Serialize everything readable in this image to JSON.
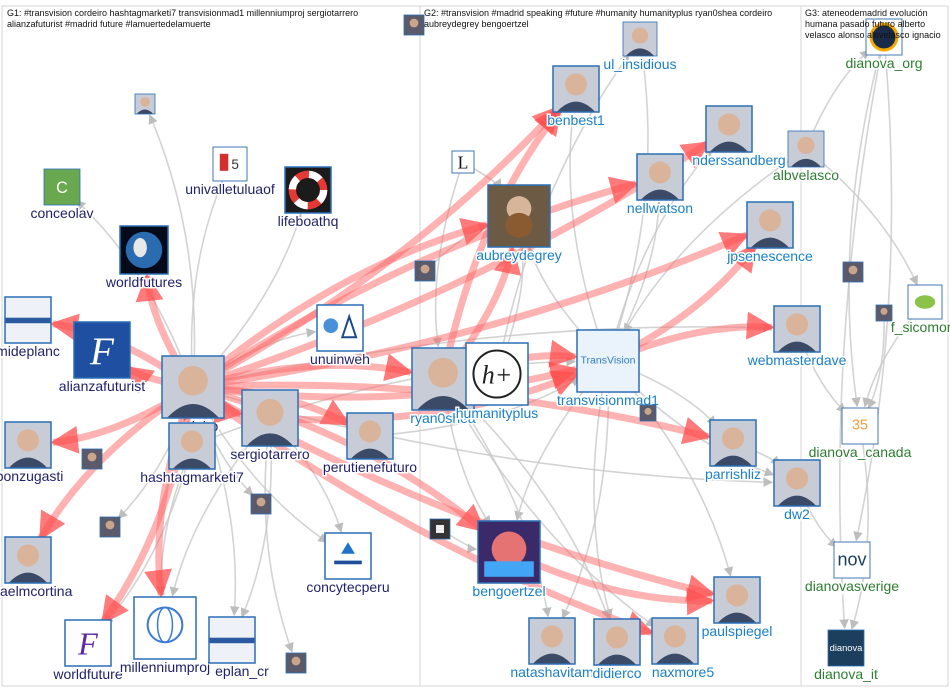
{
  "groups": [
    {
      "id": "G1",
      "header": "G1: #transvision cordeiro hashtagmarketi7 transvisionmad1 millenniumproj sergiotarrero alianzafuturist #madrid future #lamuertedelamuerte",
      "label_color": "#1f1f6b"
    },
    {
      "id": "G2",
      "header": "G2: #transvision #madrid speaking #future #humanity humanityplus ryan0shea cordeiro aubreydegrey bengoertzel",
      "label_color": "#1a7fc8"
    },
    {
      "id": "G3",
      "header": "G3: ateneodemadrid evolución humana pasado futuro alberto velasco alonso albvelasco ignacio",
      "label_color": "#2e7d32"
    }
  ],
  "nodes": [
    {
      "id": "conceolav",
      "label": "conceolav",
      "group": "G1",
      "icon": "letter-c-avatar",
      "color": "#6aa84f"
    },
    {
      "id": "unnamed_g1_a",
      "label": "",
      "group": "G1",
      "icon": "person-photo-avatar"
    },
    {
      "id": "univalletuluaof",
      "label": "univalletuluaof",
      "group": "G1",
      "icon": "university-logo-avatar"
    },
    {
      "id": "lifeboathq",
      "label": "lifeboathq",
      "group": "G1",
      "icon": "lifebuoy-avatar"
    },
    {
      "id": "worldfutures",
      "label": "worldfutures",
      "group": "G1",
      "icon": "earth-avatar"
    },
    {
      "id": "mideplanc",
      "label": "mideplanc",
      "group": "G1",
      "icon": "mideplan-logo-avatar"
    },
    {
      "id": "alianzafuturist",
      "label": "alianzafuturist",
      "group": "G1",
      "icon": "f-logo-avatar"
    },
    {
      "id": "unuinweh",
      "label": "unuinweh",
      "group": "G1",
      "icon": "un-logo-avatar"
    },
    {
      "id": "cordeiro",
      "label": "cordeiro",
      "group": "G1",
      "icon": "person-photo-avatar"
    },
    {
      "id": "hashtagmarketi7",
      "label": "hashtagmarketi7",
      "group": "G1",
      "icon": "person-photo-avatar"
    },
    {
      "id": "sergiotarrero",
      "label": "sergiotarrero",
      "group": "G1",
      "icon": "person-photo-avatar"
    },
    {
      "id": "perutienefuturo",
      "label": "perutienefuturo",
      "group": "G1",
      "icon": "person-photo-avatar"
    },
    {
      "id": "ibonzugasti",
      "label": "ibonzugasti",
      "group": "G1",
      "icon": "person-photo-avatar"
    },
    {
      "id": "unnamed_g1_b",
      "label": "",
      "group": "G1",
      "icon": "small-photo-avatar"
    },
    {
      "id": "unnamed_g1_c",
      "label": "",
      "group": "G1",
      "icon": "small-photo-avatar"
    },
    {
      "id": "unnamed_g1_d",
      "label": "",
      "group": "G1",
      "icon": "small-photo-avatar"
    },
    {
      "id": "rafaelmcortina",
      "label": "rafaelmcortina",
      "group": "G1",
      "icon": "person-photo-avatar"
    },
    {
      "id": "concytecperu",
      "label": "concytecperu",
      "group": "G1",
      "icon": "concytec-logo-avatar"
    },
    {
      "id": "worldfuture",
      "label": "worldfuture",
      "group": "G1",
      "icon": "f-logo-avatar"
    },
    {
      "id": "millenniumproj",
      "label": "millenniumproj",
      "group": "G1",
      "icon": "globe-logo-avatar"
    },
    {
      "id": "eplan_cr",
      "label": "eplan_cr",
      "group": "G1",
      "icon": "mideplan-logo-avatar"
    },
    {
      "id": "unnamed_g1_e",
      "label": "",
      "group": "G1",
      "icon": "small-photo-avatar"
    },
    {
      "id": "unnamed_g1_f",
      "label": "",
      "group": "G1",
      "icon": "small-photo-avatar"
    },
    {
      "id": "ul_insidious",
      "label": "ul_insidious",
      "group": "G2",
      "icon": "person-photo-avatar"
    },
    {
      "id": "benbest1",
      "label": "benbest1",
      "group": "G2",
      "icon": "person-photo-avatar"
    },
    {
      "id": "nderssandberg",
      "label": "nderssandberg",
      "group": "G2",
      "icon": "person-photo-avatar"
    },
    {
      "id": "l_account",
      "label": "",
      "group": "G2",
      "icon": "letter-l-avatar"
    },
    {
      "id": "nellwatson",
      "label": "nellwatson",
      "group": "G2",
      "icon": "person-photo-avatar"
    },
    {
      "id": "aubreydegrey",
      "label": "aubreydegrey",
      "group": "G2",
      "icon": "bearded-person-avatar"
    },
    {
      "id": "jpsenescence",
      "label": "jpsenescence",
      "group": "G2",
      "icon": "person-photo-avatar"
    },
    {
      "id": "unnamed_g2_a",
      "label": "",
      "group": "G2",
      "icon": "small-photo-avatar"
    },
    {
      "id": "webmasterdave",
      "label": "webmasterdave",
      "group": "G2",
      "icon": "person-photo-avatar"
    },
    {
      "id": "ryan0shea",
      "label": "ryan0shea",
      "group": "G2",
      "icon": "person-photo-avatar"
    },
    {
      "id": "humanityplus",
      "label": "humanityplus",
      "group": "G2",
      "icon": "h-plus-logo-avatar"
    },
    {
      "id": "transvisionmad1",
      "label": "transvisionmad1",
      "group": "G2",
      "icon": "transvision-logo-avatar"
    },
    {
      "id": "parrishliz",
      "label": "parrishliz",
      "group": "G2",
      "icon": "person-photo-avatar"
    },
    {
      "id": "dw2",
      "label": "dw2",
      "group": "G2",
      "icon": "person-photo-avatar"
    },
    {
      "id": "unnamed_g2_b",
      "label": "",
      "group": "G2",
      "icon": "fist-avatar"
    },
    {
      "id": "bengoertzel",
      "label": "bengoertzel",
      "group": "G2",
      "icon": "colorful-portrait-avatar"
    },
    {
      "id": "paulspiegel",
      "label": "paulspiegel",
      "group": "G2",
      "icon": "person-photo-avatar"
    },
    {
      "id": "natashavitam",
      "label": "natashavitam",
      "group": "G2",
      "icon": "person-photo-avatar"
    },
    {
      "id": "didierco",
      "label": "didierco",
      "group": "G2",
      "icon": "person-photo-avatar"
    },
    {
      "id": "naxmore5",
      "label": "naxmore5",
      "group": "G2",
      "icon": "person-photo-avatar"
    },
    {
      "id": "unnamed_g2_c",
      "label": "",
      "group": "G2",
      "icon": "small-photo-avatar"
    },
    {
      "id": "dianova_org",
      "label": "dianova_org",
      "group": "G3",
      "icon": "ring-logo-avatar"
    },
    {
      "id": "albvelasco",
      "label": "albvelasco",
      "group": "G3",
      "icon": "person-photo-avatar"
    },
    {
      "id": "unnamed_g3_a",
      "label": "",
      "group": "G3",
      "icon": "small-photo-avatar"
    },
    {
      "id": "unnamed_g3_b",
      "label": "",
      "group": "G3",
      "icon": "small-photo-avatar"
    },
    {
      "id": "f_sicomoro",
      "label": "f_sicomoro",
      "group": "G3",
      "icon": "bird-logo-avatar"
    },
    {
      "id": "dianova_canada",
      "label": "dianova_canada",
      "group": "G3",
      "icon": "dianova-35-logo-avatar"
    },
    {
      "id": "dianovasverige",
      "label": "dianovasverige",
      "group": "G3",
      "icon": "nov-logo-avatar"
    },
    {
      "id": "dianova_it",
      "label": "dianova_it",
      "group": "G3",
      "icon": "dianova-logo-avatar"
    }
  ],
  "edges": [
    {
      "from": "cordeiro",
      "to": "ryan0shea",
      "strong": true
    },
    {
      "from": "cordeiro",
      "to": "transvisionmad1",
      "strong": true
    },
    {
      "from": "cordeiro",
      "to": "alianzafuturist",
      "strong": true
    },
    {
      "from": "cordeiro",
      "to": "millenniumproj",
      "strong": true
    },
    {
      "from": "cordeiro",
      "to": "worldfuture",
      "strong": true
    },
    {
      "from": "cordeiro",
      "to": "rafaelmcortina",
      "strong": true
    },
    {
      "from": "cordeiro",
      "to": "ibonzugasti",
      "strong": true
    },
    {
      "from": "cordeiro",
      "to": "mideplanc",
      "strong": true
    },
    {
      "from": "cordeiro",
      "to": "worldfutures",
      "strong": true
    },
    {
      "from": "cordeiro",
      "to": "sergiotarrero",
      "strong": true
    },
    {
      "from": "cordeiro",
      "to": "perutienefuturo",
      "strong": true
    },
    {
      "from": "cordeiro",
      "to": "benbest1",
      "strong": true
    },
    {
      "from": "cordeiro",
      "to": "aubreydegrey",
      "strong": true
    },
    {
      "from": "cordeiro",
      "to": "jpsenescence",
      "strong": true
    },
    {
      "from": "cordeiro",
      "to": "nellwatson",
      "strong": true
    },
    {
      "from": "cordeiro",
      "to": "nderssandberg",
      "strong": true
    },
    {
      "from": "cordeiro",
      "to": "bengoertzel",
      "strong": true
    },
    {
      "from": "cordeiro",
      "to": "paulspiegel",
      "strong": true
    },
    {
      "from": "cordeiro",
      "to": "parrishliz",
      "strong": true
    },
    {
      "from": "cordeiro",
      "to": "naxmore5",
      "strong": true
    },
    {
      "from": "transvisionmad1",
      "to": "webmasterdave",
      "strong": true
    },
    {
      "from": "transvisionmad1",
      "to": "jpsenescence",
      "strong": true
    },
    {
      "from": "ryan0shea",
      "to": "transvisionmad1",
      "strong": true
    },
    {
      "from": "ryan0shea",
      "to": "aubreydegrey",
      "strong": true
    },
    {
      "from": "ryan0shea",
      "to": "benbest1",
      "strong": true
    },
    {
      "from": "sergiotarrero",
      "to": "transvisionmad1",
      "strong": true
    },
    {
      "from": "hashtagmarketi7",
      "to": "cordeiro",
      "strong": true
    },
    {
      "from": "bengoertzel",
      "to": "paulspiegel",
      "strong": true
    },
    {
      "from": "transvisionmad1",
      "to": "paulspiegel",
      "strong": false
    },
    {
      "from": "transvisionmad1",
      "to": "dw2",
      "strong": false
    },
    {
      "from": "transvisionmad1",
      "to": "parrishliz",
      "strong": false
    },
    {
      "from": "transvisionmad1",
      "to": "bengoertzel",
      "strong": false
    },
    {
      "from": "transvisionmad1",
      "to": "natashavitam",
      "strong": false
    },
    {
      "from": "transvisionmad1",
      "to": "didierco",
      "strong": false
    },
    {
      "from": "transvisionmad1",
      "to": "aubreydegrey",
      "strong": false
    },
    {
      "from": "transvisionmad1",
      "to": "nellwatson",
      "strong": false
    },
    {
      "from": "transvisionmad1",
      "to": "benbest1",
      "strong": false
    },
    {
      "from": "transvisionmad1",
      "to": "ul_insidious",
      "strong": false
    },
    {
      "from": "transvisionmad1",
      "to": "nderssandberg",
      "strong": false
    },
    {
      "from": "ryan0shea",
      "to": "bengoertzel",
      "strong": false
    },
    {
      "from": "ryan0shea",
      "to": "natashavitam",
      "strong": false
    },
    {
      "from": "ryan0shea",
      "to": "naxmore5",
      "strong": false
    },
    {
      "from": "ryan0shea",
      "to": "didierco",
      "strong": false
    },
    {
      "from": "humanityplus",
      "to": "aubreydegrey",
      "strong": false
    },
    {
      "from": "humanityplus",
      "to": "ul_insidious",
      "strong": false
    },
    {
      "from": "cordeiro",
      "to": "lifeboathq",
      "strong": false
    },
    {
      "from": "cordeiro",
      "to": "univalletuluaof",
      "strong": false
    },
    {
      "from": "cordeiro",
      "to": "conceolav",
      "strong": false
    },
    {
      "from": "cordeiro",
      "to": "unuinweh",
      "strong": false
    },
    {
      "from": "cordeiro",
      "to": "concytecperu",
      "strong": false
    },
    {
      "from": "cordeiro",
      "to": "eplan_cr",
      "strong": false
    },
    {
      "from": "cordeiro",
      "to": "dw2",
      "strong": false
    },
    {
      "from": "cordeiro",
      "to": "webmasterdave",
      "strong": false
    },
    {
      "from": "cordeiro",
      "to": "unnamed_g1_a",
      "strong": false
    },
    {
      "from": "cordeiro",
      "to": "unnamed_g1_c",
      "strong": false
    },
    {
      "from": "cordeiro",
      "to": "unnamed_g1_d",
      "strong": false
    },
    {
      "from": "sergiotarrero",
      "to": "concytecperu",
      "strong": false
    },
    {
      "from": "sergiotarrero",
      "to": "millenniumproj",
      "strong": false
    },
    {
      "from": "sergiotarrero",
      "to": "eplan_cr",
      "strong": false
    },
    {
      "from": "sergiotarrero",
      "to": "unnamed_g1_f",
      "strong": false
    },
    {
      "from": "hashtagmarketi7",
      "to": "transvisionmad1",
      "strong": false
    },
    {
      "from": "hashtagmarketi7",
      "to": "millenniumproj",
      "strong": false
    },
    {
      "from": "hashtagmarketi7",
      "to": "worldfuture",
      "strong": false
    },
    {
      "from": "perutienefuturo",
      "to": "transvisionmad1",
      "strong": false
    },
    {
      "from": "albvelasco",
      "to": "dianova_org",
      "strong": false
    },
    {
      "from": "albvelasco",
      "to": "transvisionmad1",
      "strong": false
    },
    {
      "from": "albvelasco",
      "to": "f_sicomoro",
      "strong": false
    },
    {
      "from": "dianova_org",
      "to": "dianova_canada",
      "strong": false
    },
    {
      "from": "dianova_org",
      "to": "dianovasverige",
      "strong": false
    },
    {
      "from": "dianova_org",
      "to": "dianova_it",
      "strong": false
    },
    {
      "from": "dianova_canada",
      "to": "dianova_it",
      "strong": false
    },
    {
      "from": "f_sicomoro",
      "to": "dianova_canada",
      "strong": false
    },
    {
      "from": "unnamed_g3_b",
      "to": "dianova_canada",
      "strong": false
    },
    {
      "from": "dw2",
      "to": "dianovasverige",
      "strong": false
    },
    {
      "from": "parrishliz",
      "to": "dw2",
      "strong": false
    },
    {
      "from": "webmasterdave",
      "to": "dianova_canada",
      "strong": false
    },
    {
      "from": "unnamed_g2_a",
      "to": "aubreydegrey",
      "strong": false
    },
    {
      "from": "unnamed_g2_b",
      "to": "bengoertzel",
      "strong": false
    },
    {
      "from": "l_account",
      "to": "aubreydegrey",
      "strong": false
    },
    {
      "from": "l_account",
      "to": "ryan0shea",
      "strong": false
    }
  ],
  "colors": {
    "strong_edge": "#ff6666",
    "weak_edge": "#c8c8c8",
    "panel_border": "#d6d6d6"
  }
}
